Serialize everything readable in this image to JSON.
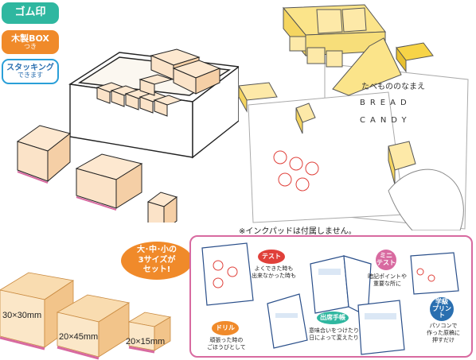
{
  "badges": {
    "rubber_stamp": "ゴム印",
    "wooden_box": "木製BOX",
    "wooden_box_sub": "つき",
    "stacking": "スタッキング",
    "stacking_sub": "できます"
  },
  "note": "※インクパッドは付属しません。",
  "bubble": {
    "line1": "大･中･小の",
    "line2": "3サイズが",
    "line3": "セット!"
  },
  "sizes": {
    "large": "30×30mm",
    "medium": "20×45mm",
    "small": "20×15mm"
  },
  "worksheet": {
    "title": "たべもののなまえ",
    "word1": "BREAD",
    "word2": "CANDY"
  },
  "uses": {
    "test": {
      "label": "テスト",
      "desc1": "よくできた時も",
      "desc2": "出来なかった時も"
    },
    "mini_test": {
      "label1": "ミニ",
      "label2": "テスト",
      "desc1": "暗記ポイントや",
      "desc2": "重要な所に"
    },
    "drill": {
      "label": "ドリル",
      "desc1": "頑張った時の",
      "desc2": "ごほうびとして"
    },
    "notebook": {
      "label": "出席手帳",
      "desc1": "意味合いをつけたり",
      "desc2": "日によって変えたり"
    },
    "print": {
      "label1": "学級",
      "label2": "プリント",
      "desc1": "パソコンで",
      "desc2": "作った原稿に",
      "desc3": "押すだけ"
    }
  },
  "colors": {
    "teal": "#2fb7a0",
    "orange": "#f08a2a",
    "blue": "#2a9fd8",
    "red": "#e0403a",
    "pink": "#d86aa0",
    "yellow": "#f7de7a",
    "wood": "#fbe3c8"
  }
}
